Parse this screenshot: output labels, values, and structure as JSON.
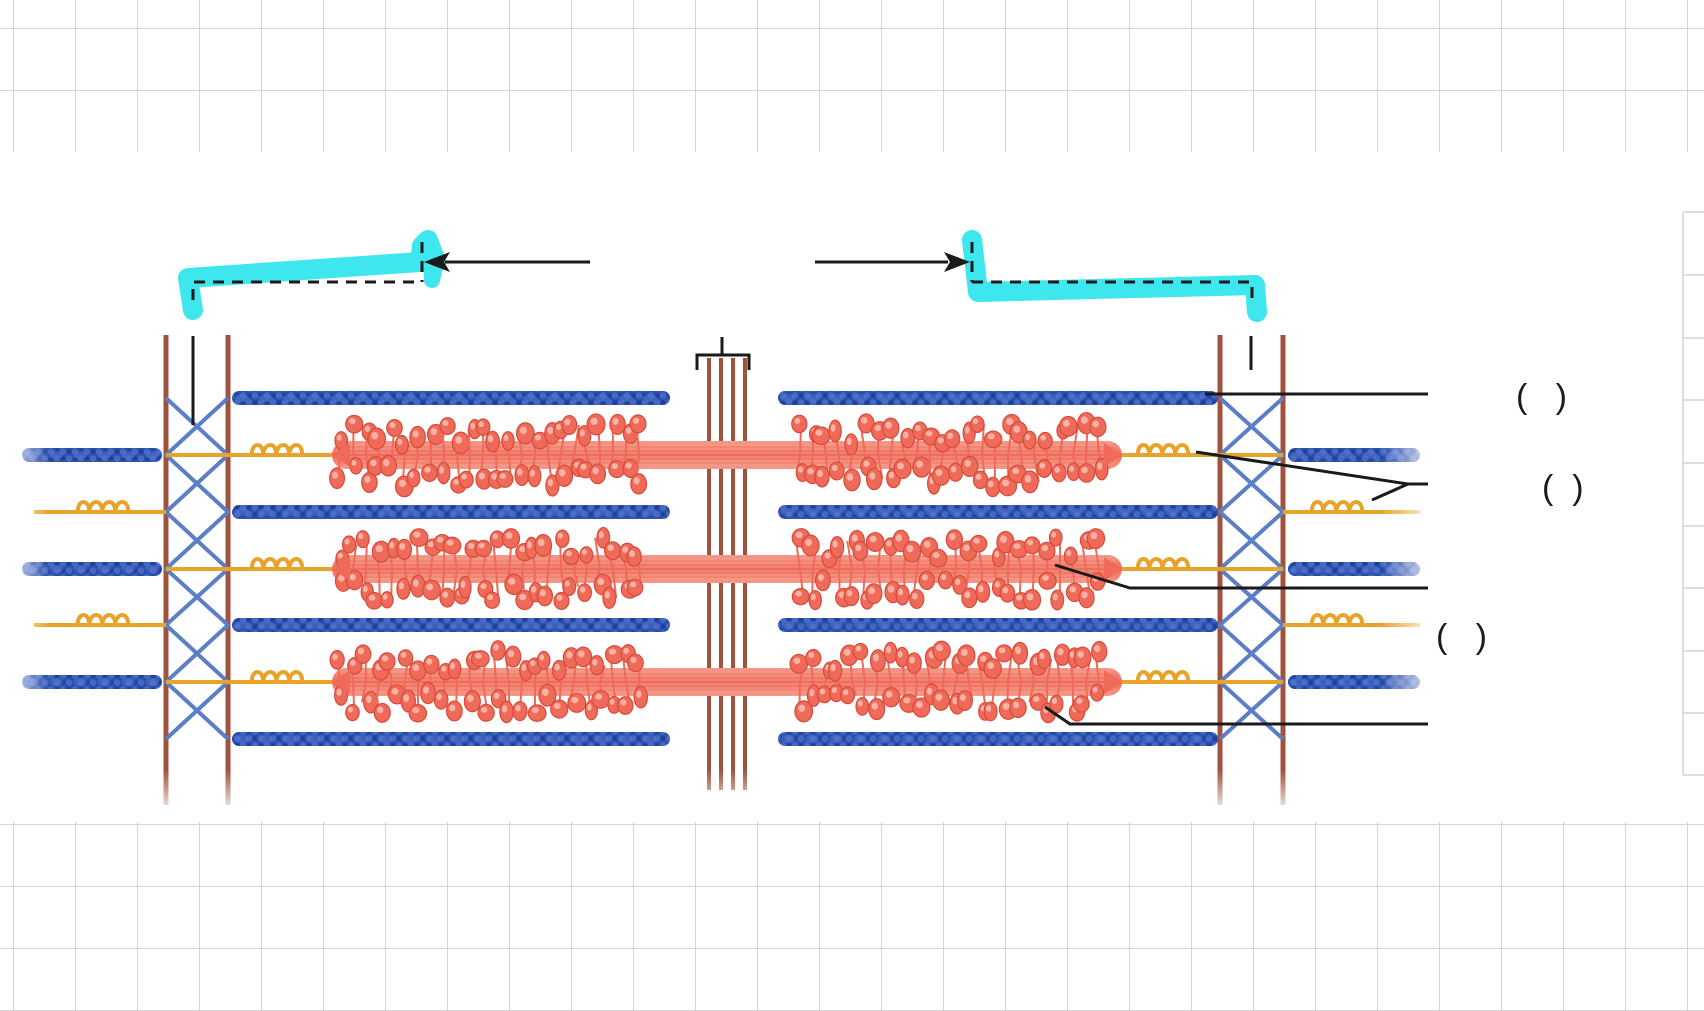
{
  "page": {
    "background": "#ffffff",
    "grid_color": "#d4d4d4"
  },
  "diagram": {
    "colors": {
      "actin": "#2a50b0",
      "actin_light": "#5577cc",
      "myosin_shaft": "#ee7766",
      "myosin_head": "#ef6a58",
      "titin": "#e8a42a",
      "z_disc": "#a0523d",
      "z_cross": "#5b7fc6",
      "m_line": "#a0523d",
      "highlight": "#3ee6ee",
      "leader": "#1a1a1a"
    },
    "labels": [
      {
        "id": "thin-filament-label",
        "text": "(   )"
      },
      {
        "id": "titin-label",
        "text": "(  )"
      },
      {
        "id": "myosin-label",
        "text": "(   )"
      }
    ],
    "icons": [
      "left-arrow-icon",
      "right-arrow-icon",
      "bracket-icon"
    ]
  }
}
